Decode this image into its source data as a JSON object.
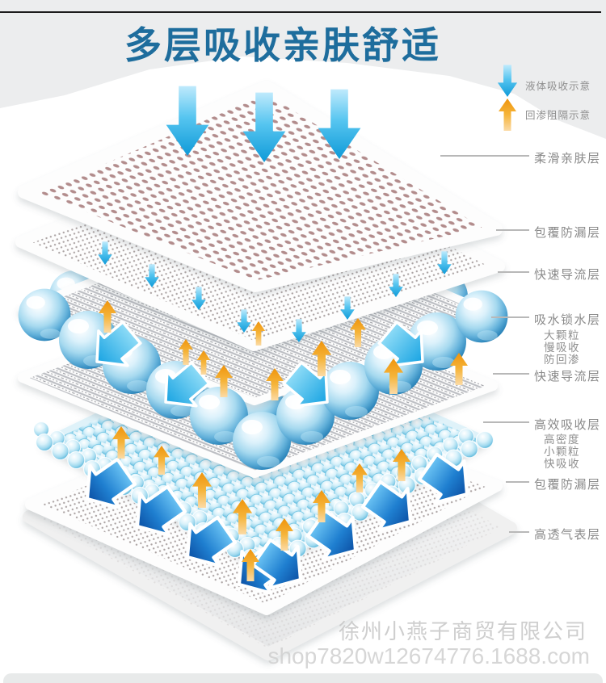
{
  "page": {
    "title": "多层吸收亲肤舒适"
  },
  "legend": {
    "absorb_label": "液体吸收示意",
    "rewet_label": "回渗阻隔示意"
  },
  "layers": [
    {
      "label": "柔滑亲肤层",
      "details": []
    },
    {
      "label": "包覆防漏层",
      "details": []
    },
    {
      "label": "快速导流层",
      "details": []
    },
    {
      "label": "吸水锁水层",
      "details": [
        "大颗粒",
        "慢吸收",
        "防回渗"
      ]
    },
    {
      "label": "快速导流层",
      "details": []
    },
    {
      "label": "高效吸收层",
      "details": [
        "高密度",
        "小颗粒",
        "快吸收"
      ]
    },
    {
      "label": "包覆防漏层",
      "details": []
    },
    {
      "label": "高透气表层",
      "details": []
    }
  ],
  "watermark": {
    "company": "徐州小燕子商贸有限公司",
    "url": "shop7820w12674776.1688.com"
  },
  "colors": {
    "title_blue": "#1e6d9d",
    "arrow_blue": "#0f9ad8",
    "arrow_orange": "#f0980f",
    "dark_arrow_blue": "#0b4ea2",
    "label_gray": "#8a8a8a",
    "band_gray": "#ecedee"
  }
}
